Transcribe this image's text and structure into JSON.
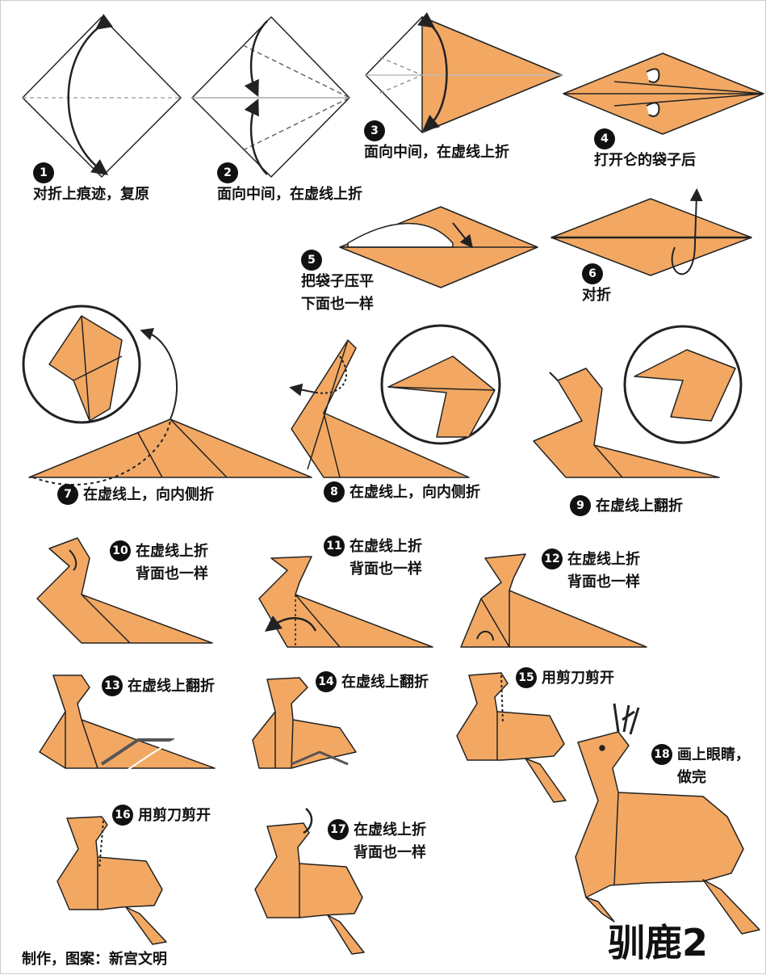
{
  "steps": [
    {
      "n": "1",
      "text": "对折上痕迹，复原"
    },
    {
      "n": "2",
      "text": "面向中间，在虚线上折"
    },
    {
      "n": "3",
      "text": "面向中间，在虚线上折"
    },
    {
      "n": "4",
      "text": "打开仑的袋子后"
    },
    {
      "n": "5",
      "text": "把袋子压平\n下面也一样"
    },
    {
      "n": "6",
      "text": "对折"
    },
    {
      "n": "7",
      "text": "在虚线上，向内侧折"
    },
    {
      "n": "8",
      "text": "在虚线上，向内侧折"
    },
    {
      "n": "9",
      "text": "在虚线上翻折"
    },
    {
      "n": "10",
      "text": "在虚线上折\n背面也一样"
    },
    {
      "n": "11",
      "text": "在虚线上折\n背面也一样"
    },
    {
      "n": "12",
      "text": "在虚线上折\n背面也一样"
    },
    {
      "n": "13",
      "text": "在虚线上翻折"
    },
    {
      "n": "14",
      "text": "在虚线上翻折"
    },
    {
      "n": "15",
      "text": "用剪刀剪开"
    },
    {
      "n": "16",
      "text": "用剪刀剪开"
    },
    {
      "n": "17",
      "text": "在虚线上折\n背面也一样"
    },
    {
      "n": "18",
      "text": "画上眼睛，\n做完"
    }
  ],
  "credit": "制作，图案：新宫文明",
  "title": "驯鹿2",
  "colors": {
    "paper": "#f2a863",
    "line": "#222222"
  }
}
